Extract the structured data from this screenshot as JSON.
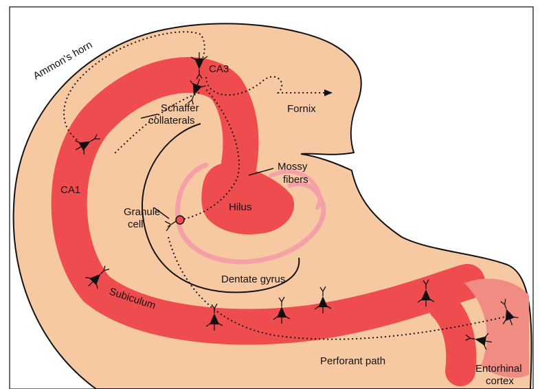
{
  "labels": {
    "ammons_horn": "Ammon's horn",
    "ca3": "CA3",
    "schaffer_line1": "Schaffer",
    "schaffer_line2": "collaterals",
    "fornix": "Fornix",
    "mossy_line1": "Mossy",
    "mossy_line2": "fibers",
    "ca1": "CA1",
    "hilus": "Hilus",
    "granule_line1": "Granule",
    "granule_line2": "cell",
    "dentate_gyrus": "Dentate gyrus",
    "subiculum": "Subiculum",
    "perforant_path": "Perforant path",
    "entorhinal_line1": "Entorhinal",
    "entorhinal_line2": "cortex"
  },
  "colors": {
    "tissue": "#f7c9a3",
    "pyramidal_layer": "#ee4c4f",
    "dentate_band": "#f3a0a6",
    "entorhinal": "#f08c82",
    "outline": "#111111",
    "frame": "#3a3a3a"
  },
  "icons": {
    "pyramidal_neuron": "pyramidal-neuron-icon",
    "granule_cell": "granule-cell-icon"
  }
}
